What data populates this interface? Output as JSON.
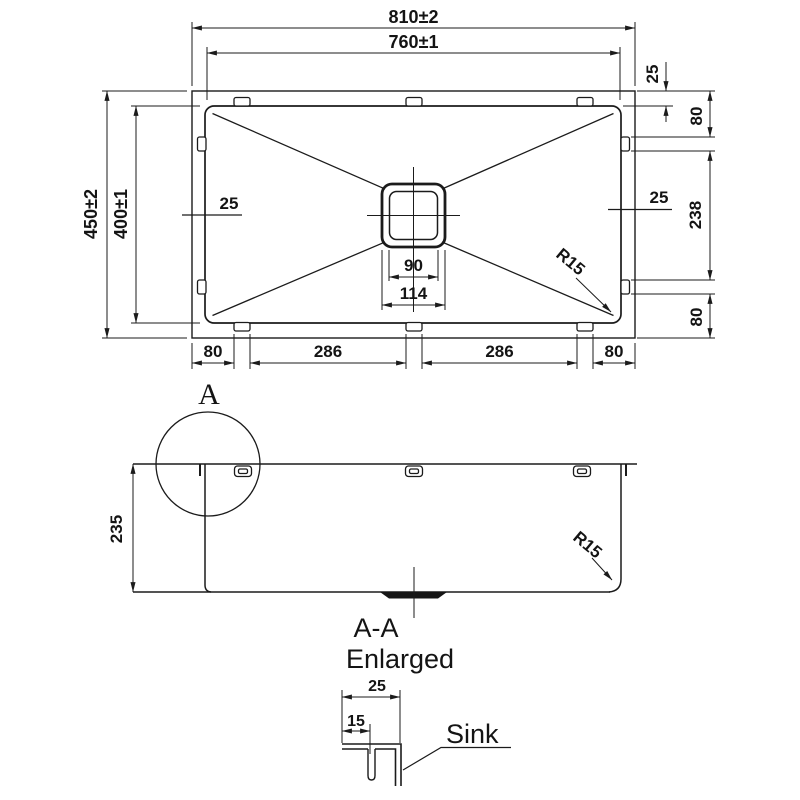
{
  "drawing": {
    "background": "#ffffff",
    "line_color": "#1b1b1b",
    "top_view": {
      "width_outer": "810±2",
      "width_inner": "760±1",
      "height_outer": "450±2",
      "height_inner": "400±1",
      "rim_left": "25",
      "rim_right": "25",
      "rim_top_right": "25",
      "right_top_offset": "80",
      "right_clip_span": "238",
      "right_bottom_offset": "80",
      "drain_inner": "90",
      "drain_outer": "114",
      "bottom_left_offset": "80",
      "bottom_span_left": "286",
      "bottom_span_right": "286",
      "bottom_right_offset": "80",
      "corner_radius": "R15"
    },
    "side_view": {
      "depth": "235",
      "corner_radius": "R15",
      "detail_marker": "A"
    },
    "detail_view": {
      "title_line1": "A-A",
      "title_line2": "Enlarged",
      "flange_width": "25",
      "channel_offset": "15",
      "callout": "Sink"
    }
  }
}
